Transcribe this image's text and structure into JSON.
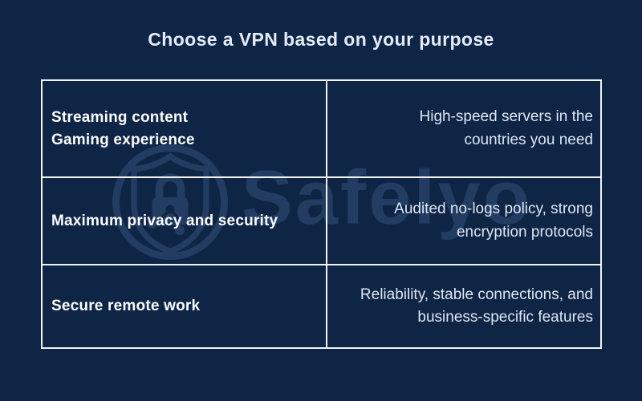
{
  "header": {
    "title": "Choose a VPN based on your purpose"
  },
  "watermark": {
    "brand": "Safelyo",
    "logo_icon": "shield-lock-icon"
  },
  "table": {
    "rows": [
      {
        "purpose": "Streaming content\nGaming experience",
        "features": "High-speed servers in the\ncountries you need"
      },
      {
        "purpose": "Maximum privacy and security",
        "features": "Audited no-logs policy, strong\nencryption protocols"
      },
      {
        "purpose": "Secure remote work",
        "features": "Reliability, stable connections, and\nbusiness-specific features"
      }
    ]
  },
  "chart_data": {
    "type": "table",
    "title": "Choose a VPN based on your purpose",
    "rows": [
      [
        "Streaming content / Gaming experience",
        "High-speed servers in the countries you need"
      ],
      [
        "Maximum privacy and security",
        "Audited no-logs policy, strong encryption protocols"
      ],
      [
        "Secure remote work",
        "Reliability, stable connections, and business-specific features"
      ]
    ]
  },
  "colors": {
    "bg": "#0F2546",
    "line": "#F3F4F6",
    "title": "#E3ECF8",
    "text-bold": "#FCFDFE",
    "text-regular": "#DEE7F3",
    "watermark": "#223C62"
  }
}
